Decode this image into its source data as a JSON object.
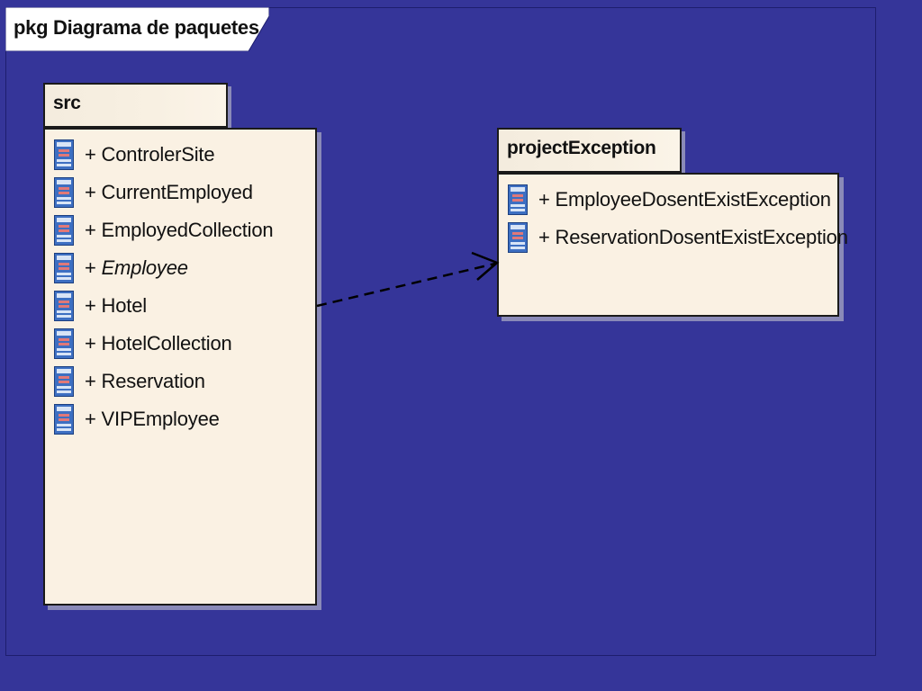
{
  "diagram": {
    "frame_title": "pkg Diagrama de paquetes",
    "colors": {
      "background": "#353599",
      "package_fill": "#faf1e3",
      "class_icon_blue": "#3d6fc2"
    }
  },
  "packages": [
    {
      "name": "src",
      "classes": [
        {
          "label": "+ ControlerSite",
          "abstract": false
        },
        {
          "label": "+ CurrentEmployed",
          "abstract": false
        },
        {
          "label": "+ EmployedCollection",
          "abstract": false
        },
        {
          "prefix": "+ ",
          "label": "Employee",
          "abstract": true
        },
        {
          "label": "+ Hotel",
          "abstract": false
        },
        {
          "label": "+ HotelCollection",
          "abstract": false
        },
        {
          "label": "+ Reservation",
          "abstract": false
        },
        {
          "label": "+ VIPEmployee",
          "abstract": false
        }
      ]
    },
    {
      "name": "projectException",
      "classes": [
        {
          "label": "+ EmployeeDosentExistException",
          "abstract": false
        },
        {
          "label": "+ ReservationDosentExistException",
          "abstract": false
        }
      ]
    }
  ],
  "dependencies": [
    {
      "from": "src",
      "to": "projectException",
      "style": "dashed-arrow"
    }
  ]
}
